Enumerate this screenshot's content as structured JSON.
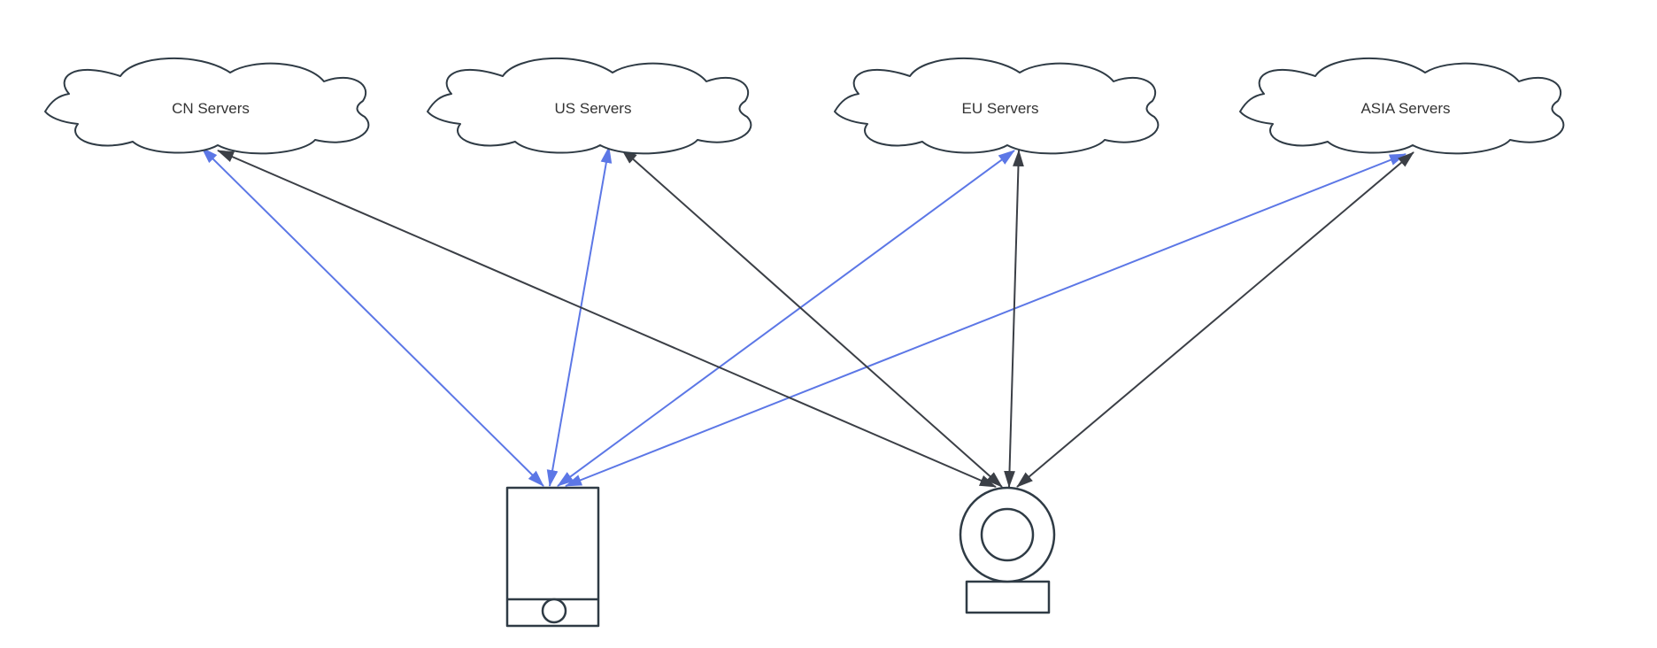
{
  "diagram": {
    "kind": "network-topology",
    "background": "#ffffff",
    "clouds": [
      {
        "id": "cn",
        "label": "CN Servers"
      },
      {
        "id": "us",
        "label": "US Servers"
      },
      {
        "id": "eu",
        "label": "EU Servers"
      },
      {
        "id": "asia",
        "label": "ASIA Servers"
      }
    ],
    "devices": [
      {
        "id": "mobile-phone",
        "icon": "mobile-phone-icon",
        "edge_color": "#5c77e6",
        "edge_style": "double-arrow",
        "connects_to": [
          "CN Servers",
          "US Servers",
          "EU Servers",
          "ASIA Servers"
        ]
      },
      {
        "id": "webcam",
        "icon": "webcam-icon",
        "edge_color": "#3b3f46",
        "edge_style": "double-arrow",
        "connects_to": [
          "CN Servers",
          "US Servers",
          "EU Servers",
          "ASIA Servers"
        ]
      }
    ],
    "edges": [
      {
        "from": "mobile-phone",
        "to": "CN Servers",
        "color": "#5c77e6",
        "bidirectional": true
      },
      {
        "from": "mobile-phone",
        "to": "US Servers",
        "color": "#5c77e6",
        "bidirectional": true
      },
      {
        "from": "mobile-phone",
        "to": "EU Servers",
        "color": "#5c77e6",
        "bidirectional": true
      },
      {
        "from": "mobile-phone",
        "to": "ASIA Servers",
        "color": "#5c77e6",
        "bidirectional": true
      },
      {
        "from": "webcam",
        "to": "CN Servers",
        "color": "#3b3f46",
        "bidirectional": true
      },
      {
        "from": "webcam",
        "to": "US Servers",
        "color": "#3b3f46",
        "bidirectional": true
      },
      {
        "from": "webcam",
        "to": "EU Servers",
        "color": "#3b3f46",
        "bidirectional": true
      },
      {
        "from": "webcam",
        "to": "ASIA Servers",
        "color": "#3b3f46",
        "bidirectional": true
      }
    ],
    "colors": {
      "shape_stroke": "#2f3b45",
      "blue_edge": "#5c77e6",
      "black_edge": "#3b3f46",
      "label_text": "#333333",
      "background": "#ffffff"
    }
  }
}
